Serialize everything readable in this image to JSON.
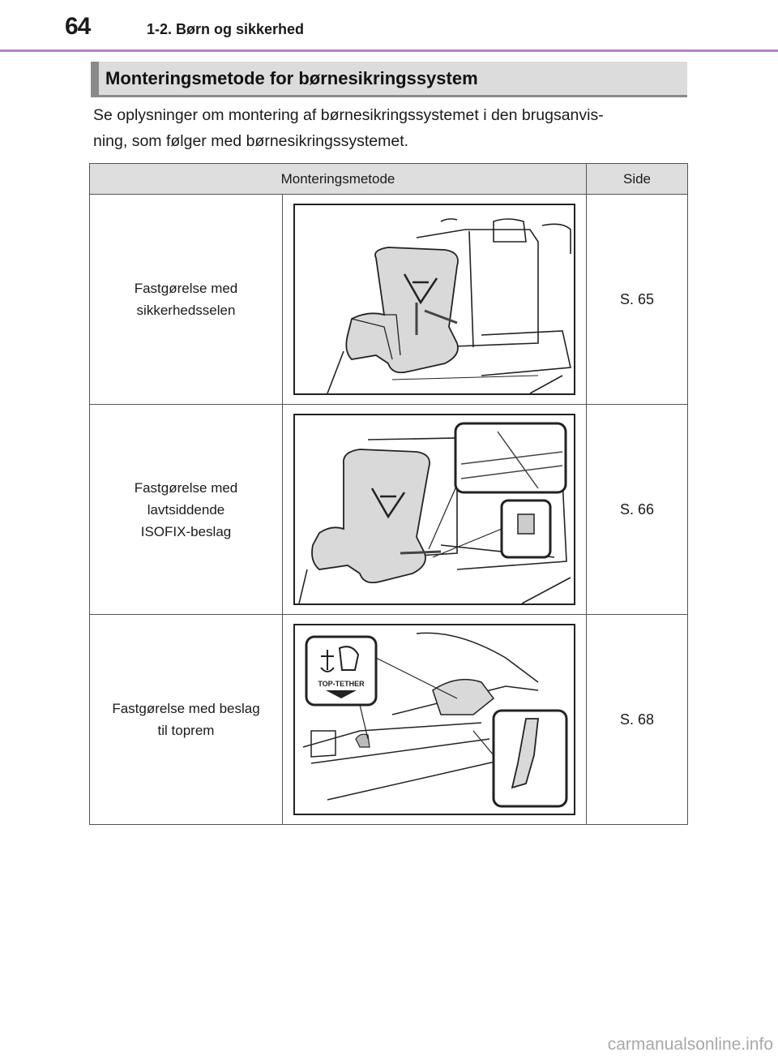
{
  "header": {
    "page_number": "64",
    "chapter": "1-2. Børn og sikkerhed"
  },
  "section": {
    "title": "Monteringsmetode for børnesikringssystem",
    "intro_line1": "Se oplysninger om montering af børnesikringssystemet i den brugsanvis-",
    "intro_line2": "ning, som følger med børnesikringssystemet."
  },
  "table": {
    "headers": {
      "method": "Monteringsmetode",
      "page": "Side"
    },
    "rows": [
      {
        "method_lines": [
          "Fastgørelse med",
          "sikkerhedsselen"
        ],
        "page": "S. 65",
        "illustration": "seat-belt-installation-illustration"
      },
      {
        "method_lines": [
          "Fastgørelse med",
          "lavtsiddende",
          "ISOFIX-beslag"
        ],
        "page": "S. 66",
        "illustration": "isofix-installation-illustration"
      },
      {
        "method_lines": [
          "Fastgørelse med beslag",
          "til toprem"
        ],
        "page": "S. 68",
        "illustration": "top-tether-installation-illustration"
      }
    ]
  },
  "illustration_labels": {
    "top_tether": "TOP-TETHER"
  },
  "footer": {
    "watermark": "carmanualsonline.info"
  },
  "colors": {
    "header_rule": "#b77fd0",
    "section_bar": "#dcdcdc",
    "table_header": "#dedede",
    "seat_fill": "#d9d9d9"
  }
}
